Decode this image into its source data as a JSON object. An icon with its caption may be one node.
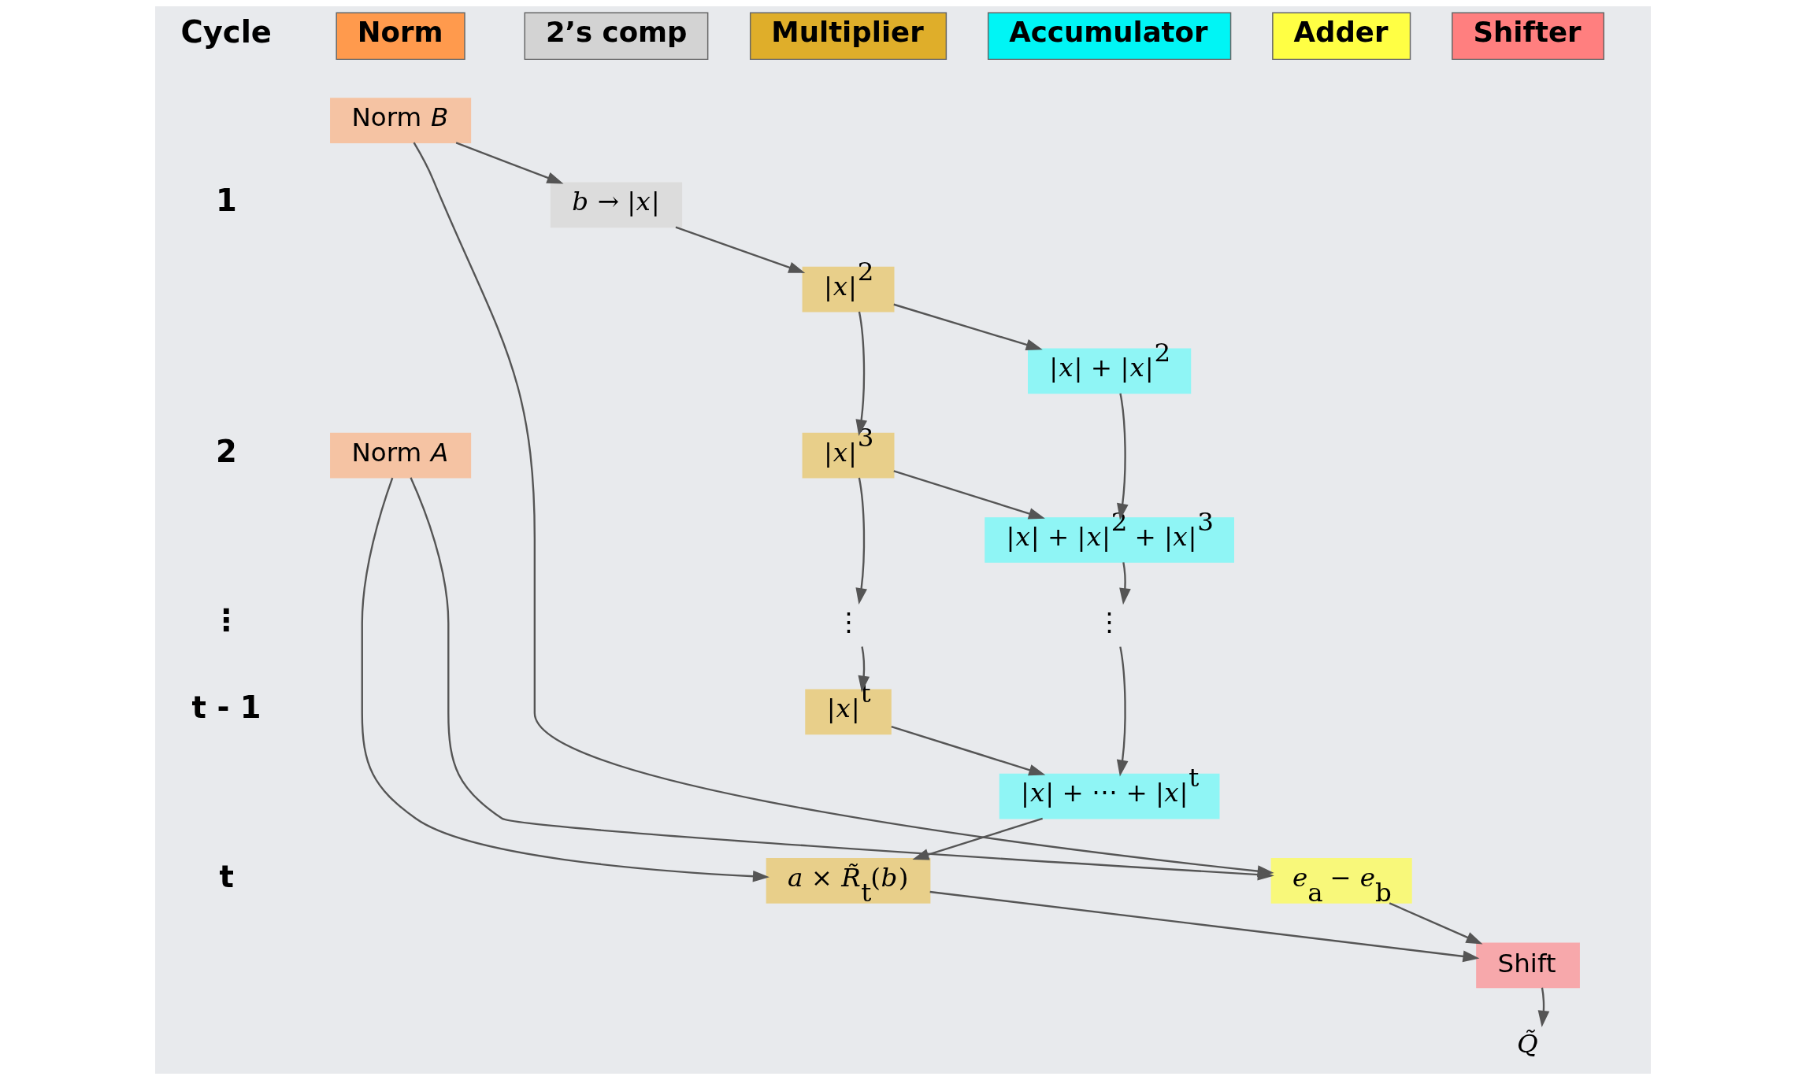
{
  "diagram": {
    "nodes": [
      {
        "text": [
          "Norm"
        ]
      },
      {
        "text": [
          "2’s comp"
        ]
      },
      {
        "text": [
          "Multiplier"
        ]
      },
      {
        "text": [
          "Accumulator"
        ]
      },
      {
        "text": [
          "Adder"
        ]
      },
      {
        "text": [
          "Shifter"
        ]
      },
      {
        "text": [
          "Norm *B*"
        ]
      },
      {
        "text": [
          "*b* → |*x*|"
        ]
      },
      {
        "text": [
          "|*x*|$^{2}$"
        ]
      },
      {
        "text": [
          "|*x*| + |*x*|$^{2}$"
        ]
      },
      {
        "text": [
          "Norm *A*"
        ]
      },
      {
        "text": [
          "|*x*|$^{3}$"
        ]
      },
      {
        "text": [
          "|*x*| + |*x*|$^{2}$ + |*x*|$^{3}$"
        ]
      },
      {
        "text": [
          "⋮"
        ]
      },
      {
        "text": [
          "⋮"
        ]
      },
      {
        "text": [
          "|*x*|$^{t}$"
        ]
      },
      {
        "text": [
          "|*x*| + ⋯ + |*x*|$^{t}$"
        ]
      },
      {
        "text": [
          "*a* × *R̃*$_{t}$(*b*)"
        ]
      },
      {
        "text": [
          "*e*$_{a}$ − *e*$_{b}$"
        ]
      },
      {
        "text": [
          "Shift"
        ]
      },
      {
        "text": [
          "*Q̃*"
        ]
      }
    ],
    "edges": [
      {
        "from": 6,
        "to": 7,
        "arrow": "to"
      },
      {
        "from": 7,
        "to": 8,
        "arrow": "to"
      },
      {
        "from": 8,
        "to": 9,
        "arrow": "to"
      },
      {
        "from": 8,
        "to": 11,
        "arrow": "to"
      },
      {
        "from": 9,
        "to": 12,
        "arrow": "to"
      },
      {
        "from": 11,
        "to": 12,
        "arrow": "to"
      },
      {
        "from": 11,
        "to": 13,
        "arrow": "to"
      },
      {
        "from": 12,
        "to": 14,
        "arrow": "to"
      },
      {
        "from": 13,
        "to": 15,
        "arrow": "to"
      },
      {
        "from": 14,
        "to": 16,
        "arrow": "to"
      },
      {
        "from": 15,
        "to": 16,
        "arrow": "to"
      },
      {
        "from": 16,
        "to": 17,
        "arrow": "to"
      },
      {
        "from": 10,
        "to": 17,
        "arrow": "to"
      },
      {
        "from": 10,
        "to": 18,
        "arrow": "to"
      },
      {
        "from": 6,
        "to": 18,
        "arrow": "to"
      },
      {
        "from": 17,
        "to": 19,
        "arrow": "to"
      },
      {
        "from": 18,
        "to": 19,
        "arrow": "to"
      },
      {
        "from": 19,
        "to": 20,
        "arrow": "to"
      }
    ],
    "labels": [
      "Cycle",
      "1",
      "2",
      "⋮",
      "t - 1",
      "t"
    ]
  }
}
